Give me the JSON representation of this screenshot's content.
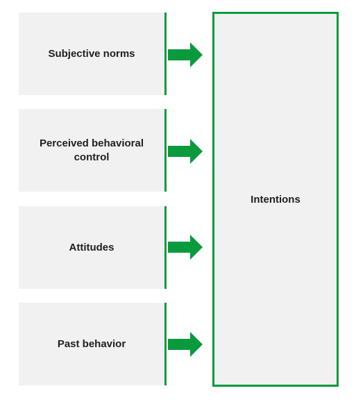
{
  "diagram": {
    "factors": [
      {
        "label": "Subjective norms"
      },
      {
        "label": "Perceived behavioral control"
      },
      {
        "label": "Attitudes"
      },
      {
        "label": "Past behavior"
      }
    ],
    "target": {
      "label": "Intentions"
    },
    "colors": {
      "accent": "#0a9a3e",
      "box_fill": "#f1f1f1",
      "text": "#1f1f1f"
    }
  }
}
